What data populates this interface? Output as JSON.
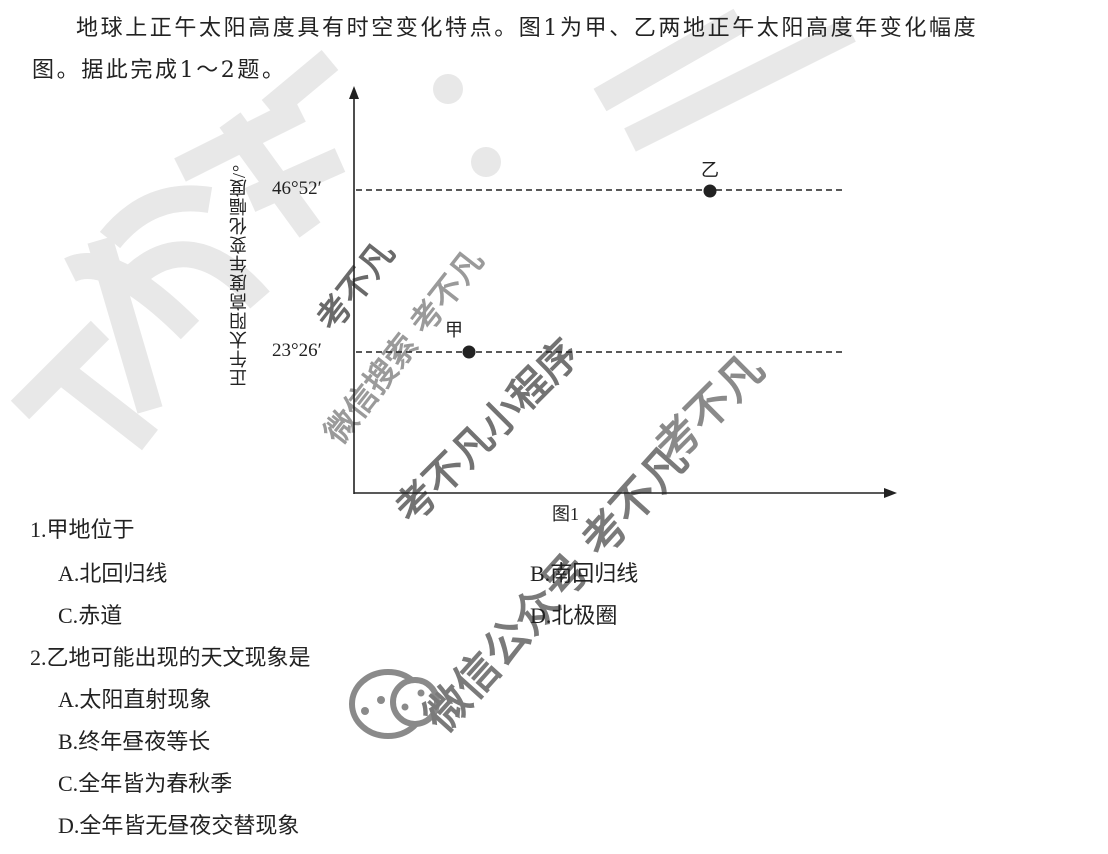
{
  "intro": {
    "line1": "地球上正午太阳高度具有时空变化特点。图1为甲、乙两地正午太阳高度年变化幅度",
    "line2": "图。据此完成1～2题。"
  },
  "figure": {
    "caption": "图1",
    "y_axis_label": "正午太阳高度年变化幅度/°",
    "ticks": [
      "46°52′",
      "23°26′"
    ],
    "points": [
      {
        "label": "乙",
        "value": "46°52′"
      },
      {
        "label": "甲",
        "value": "23°26′"
      }
    ]
  },
  "chart_data": {
    "type": "scatter",
    "title": "图1",
    "xlabel": "",
    "ylabel": "正午太阳高度年变化幅度/°",
    "y_ticks": [
      "23°26′",
      "46°52′"
    ],
    "series": [
      {
        "name": "甲",
        "x": 1,
        "y": 23.433,
        "y_label": "23°26′"
      },
      {
        "name": "乙",
        "x": 2,
        "y": 46.867,
        "y_label": "46°52′"
      }
    ],
    "reference_lines": [
      {
        "y": 46.867,
        "style": "dashed",
        "label": "46°52′"
      },
      {
        "y": 23.433,
        "style": "dashed",
        "label": "23°26′"
      }
    ],
    "grid": false,
    "legend": null
  },
  "questions": [
    {
      "number": "1.",
      "stem": "甲地位于",
      "options": [
        {
          "key": "A.",
          "text": "北回归线"
        },
        {
          "key": "B.",
          "text": "南回归线"
        },
        {
          "key": "C.",
          "text": "赤道"
        },
        {
          "key": "D.",
          "text": "北极圈"
        }
      ]
    },
    {
      "number": "2.",
      "stem": "乙地可能出现的天文现象是",
      "options": [
        {
          "key": "A.",
          "text": "太阳直射现象"
        },
        {
          "key": "B.",
          "text": "终年昼夜等长"
        },
        {
          "key": "C.",
          "text": "全年皆为春秋季"
        },
        {
          "key": "D.",
          "text": "全年皆无昼夜交替现象"
        }
      ]
    }
  ],
  "watermarks": {
    "w1": "考不凡",
    "w2": "微信搜索 考不凡",
    "w3": "考不凡小程序",
    "w4": "考不凡",
    "w5": "微信公众号 考不凡",
    "colors": {
      "light": "#e6e6e6",
      "dark": "#6f6f6f"
    }
  }
}
